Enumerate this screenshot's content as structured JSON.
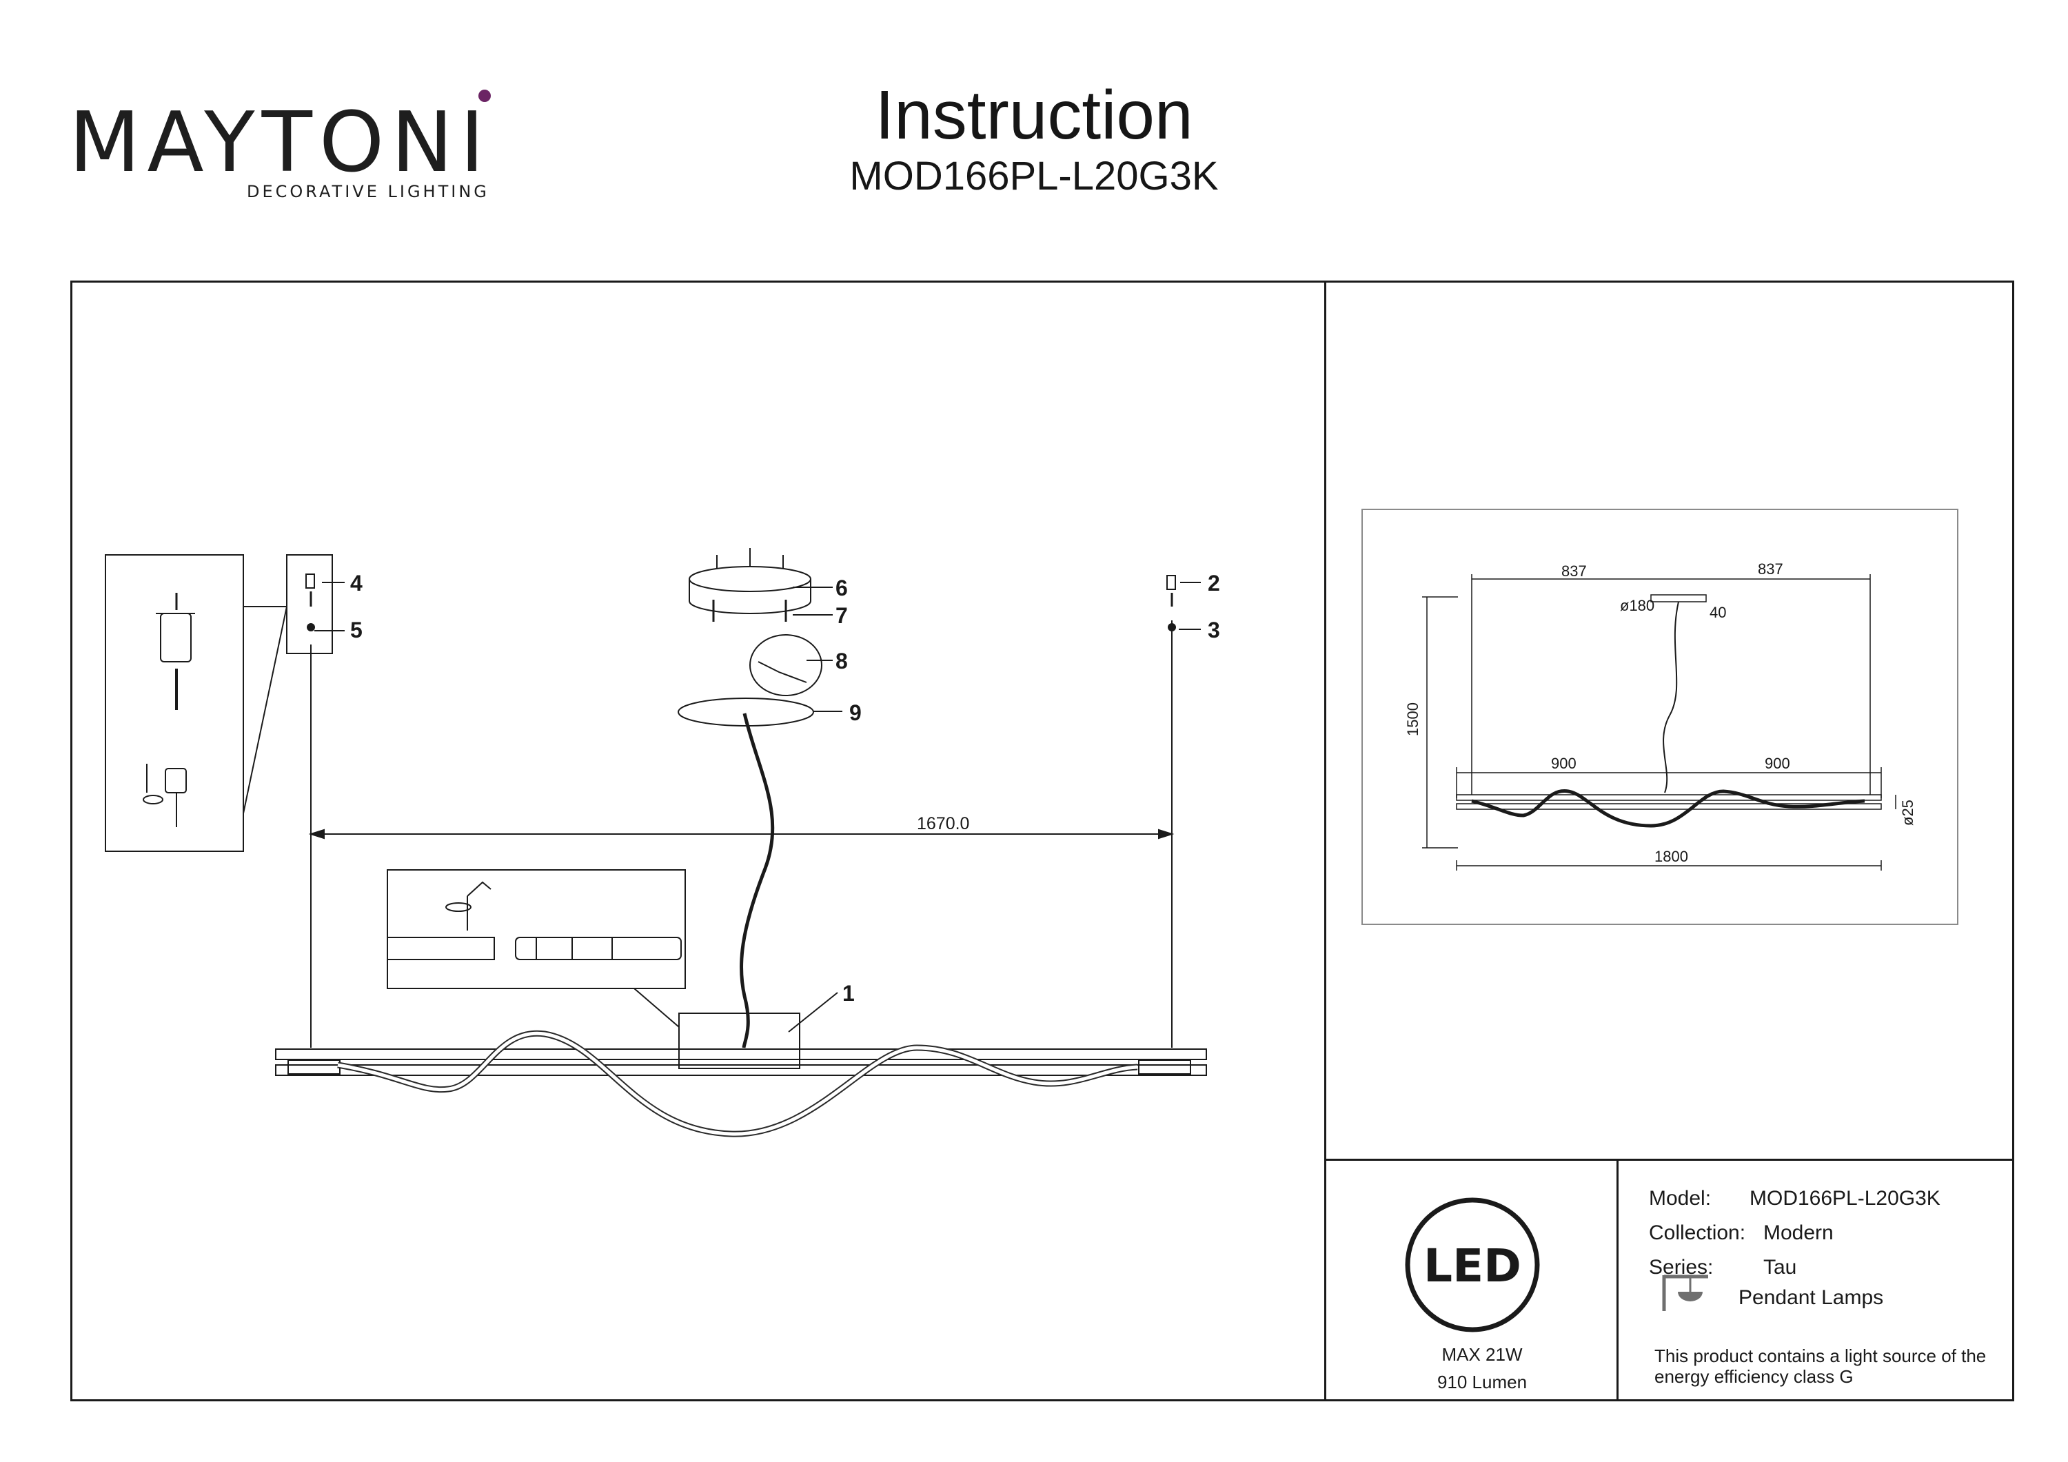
{
  "header": {
    "brand": "MAYTONI",
    "tagline": "DECORATIVE LIGHTING",
    "title": "Instruction",
    "model_code": "MOD166PL-L20G3K"
  },
  "assembly": {
    "callouts": [
      "1",
      "2",
      "3",
      "4",
      "5",
      "6",
      "7",
      "8",
      "9"
    ],
    "dimension_length": "1670.0"
  },
  "side_view": {
    "dim_top_left": "837",
    "dim_top_right": "837",
    "dim_canopy_diameter": "ø180",
    "dim_canopy_height": "40",
    "dim_height": "1500",
    "dim_half_left": "900",
    "dim_half_right": "900",
    "dim_profile": "ø25",
    "dim_total": "1800"
  },
  "badge": {
    "led_label": "LED",
    "max_power": "MAX 21W",
    "lumen": "910 Lumen"
  },
  "specs": {
    "model_label": "Model:",
    "model_value": "MOD166PL-L20G3K",
    "collection_label": "Collection:",
    "collection_value": "Modern",
    "series_label": "Series:",
    "series_value": "Tau",
    "type_value": "Pendant Lamps",
    "energy_note": "This product contains a light source of the energy efficiency class G"
  }
}
